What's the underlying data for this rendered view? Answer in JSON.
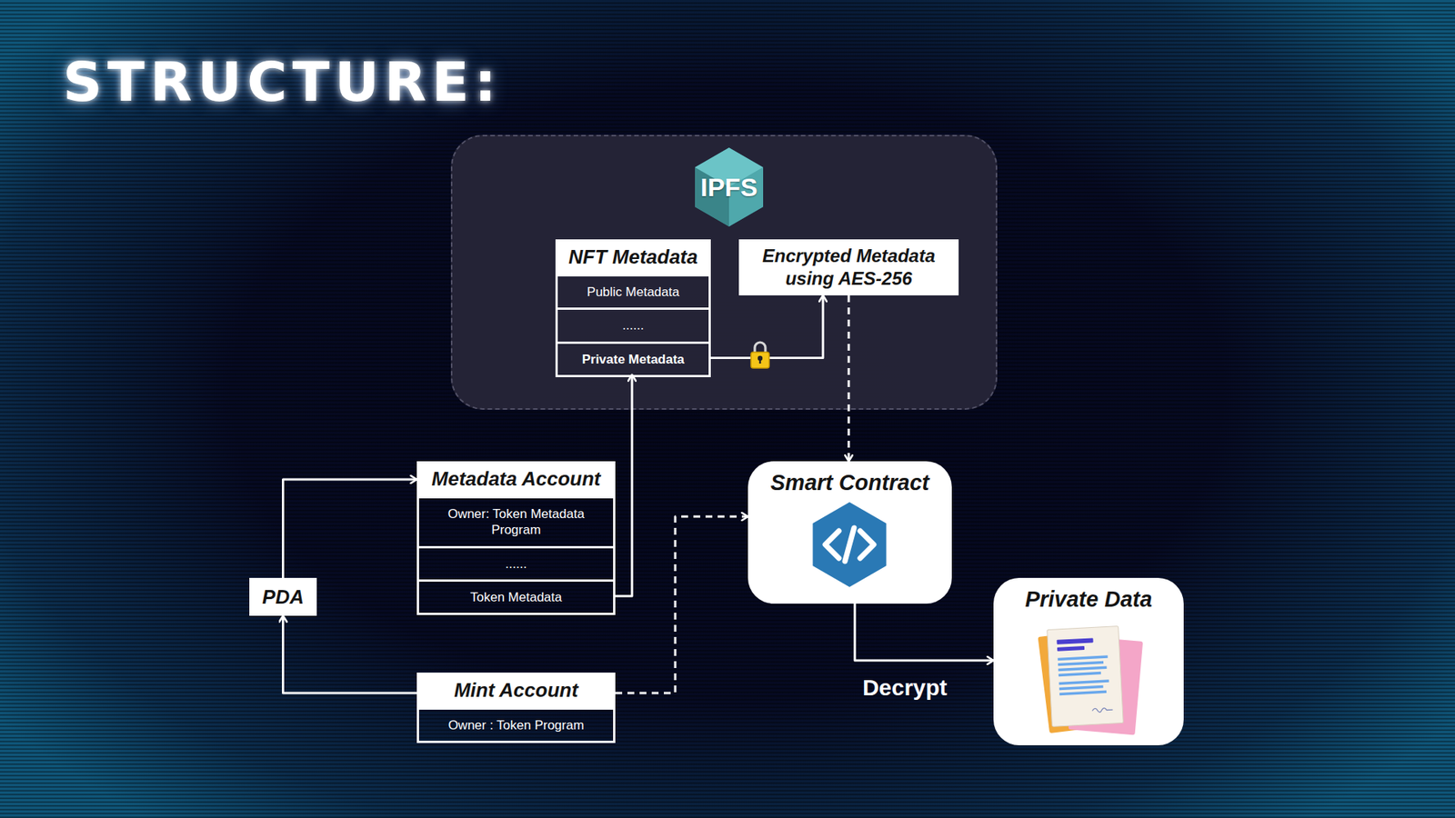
{
  "diagram": {
    "title": "STRUCTURE:",
    "nodes": [
      {
        "text": [
          "IPFS"
        ]
      },
      {
        "text": [
          "NFT Metadata"
        ],
        "in": 0
      },
      {
        "text": [
          "Public Metadata"
        ],
        "in": 1
      },
      {
        "text": [
          "......"
        ],
        "in": 1
      },
      {
        "text": [
          "Private Metadata"
        ],
        "in": 1
      },
      {
        "text": [
          "Encrypted Metadata using AES-256"
        ],
        "in": 0
      },
      {
        "text": [
          "Metadata Account"
        ]
      },
      {
        "text": [
          "Owner: Token Metadata Program"
        ],
        "in": 6
      },
      {
        "text": [
          "......"
        ],
        "in": 6
      },
      {
        "text": [
          "Token Metadata"
        ],
        "in": 6
      },
      {
        "text": [
          "PDA"
        ]
      },
      {
        "text": [
          "Mint Account"
        ]
      },
      {
        "text": [
          "Owner : Token Program"
        ],
        "in": 11
      },
      {
        "text": [
          "Smart Contract"
        ]
      },
      {
        "text": [
          "Private Data"
        ]
      }
    ],
    "edges": [
      {
        "from": 4,
        "to": 5,
        "arrow": "to"
      },
      {
        "from": 9,
        "to": 4,
        "arrow": "to"
      },
      {
        "from": 5,
        "to": 13,
        "arrow": "to"
      },
      {
        "from": 11,
        "to": 13,
        "arrow": "to"
      },
      {
        "from": 11,
        "to": 10,
        "arrow": "to"
      },
      {
        "from": 10,
        "to": 6,
        "arrow": "to"
      },
      {
        "from": 13,
        "to": 14,
        "arrow": "to",
        "label": "Decrypt"
      }
    ]
  }
}
